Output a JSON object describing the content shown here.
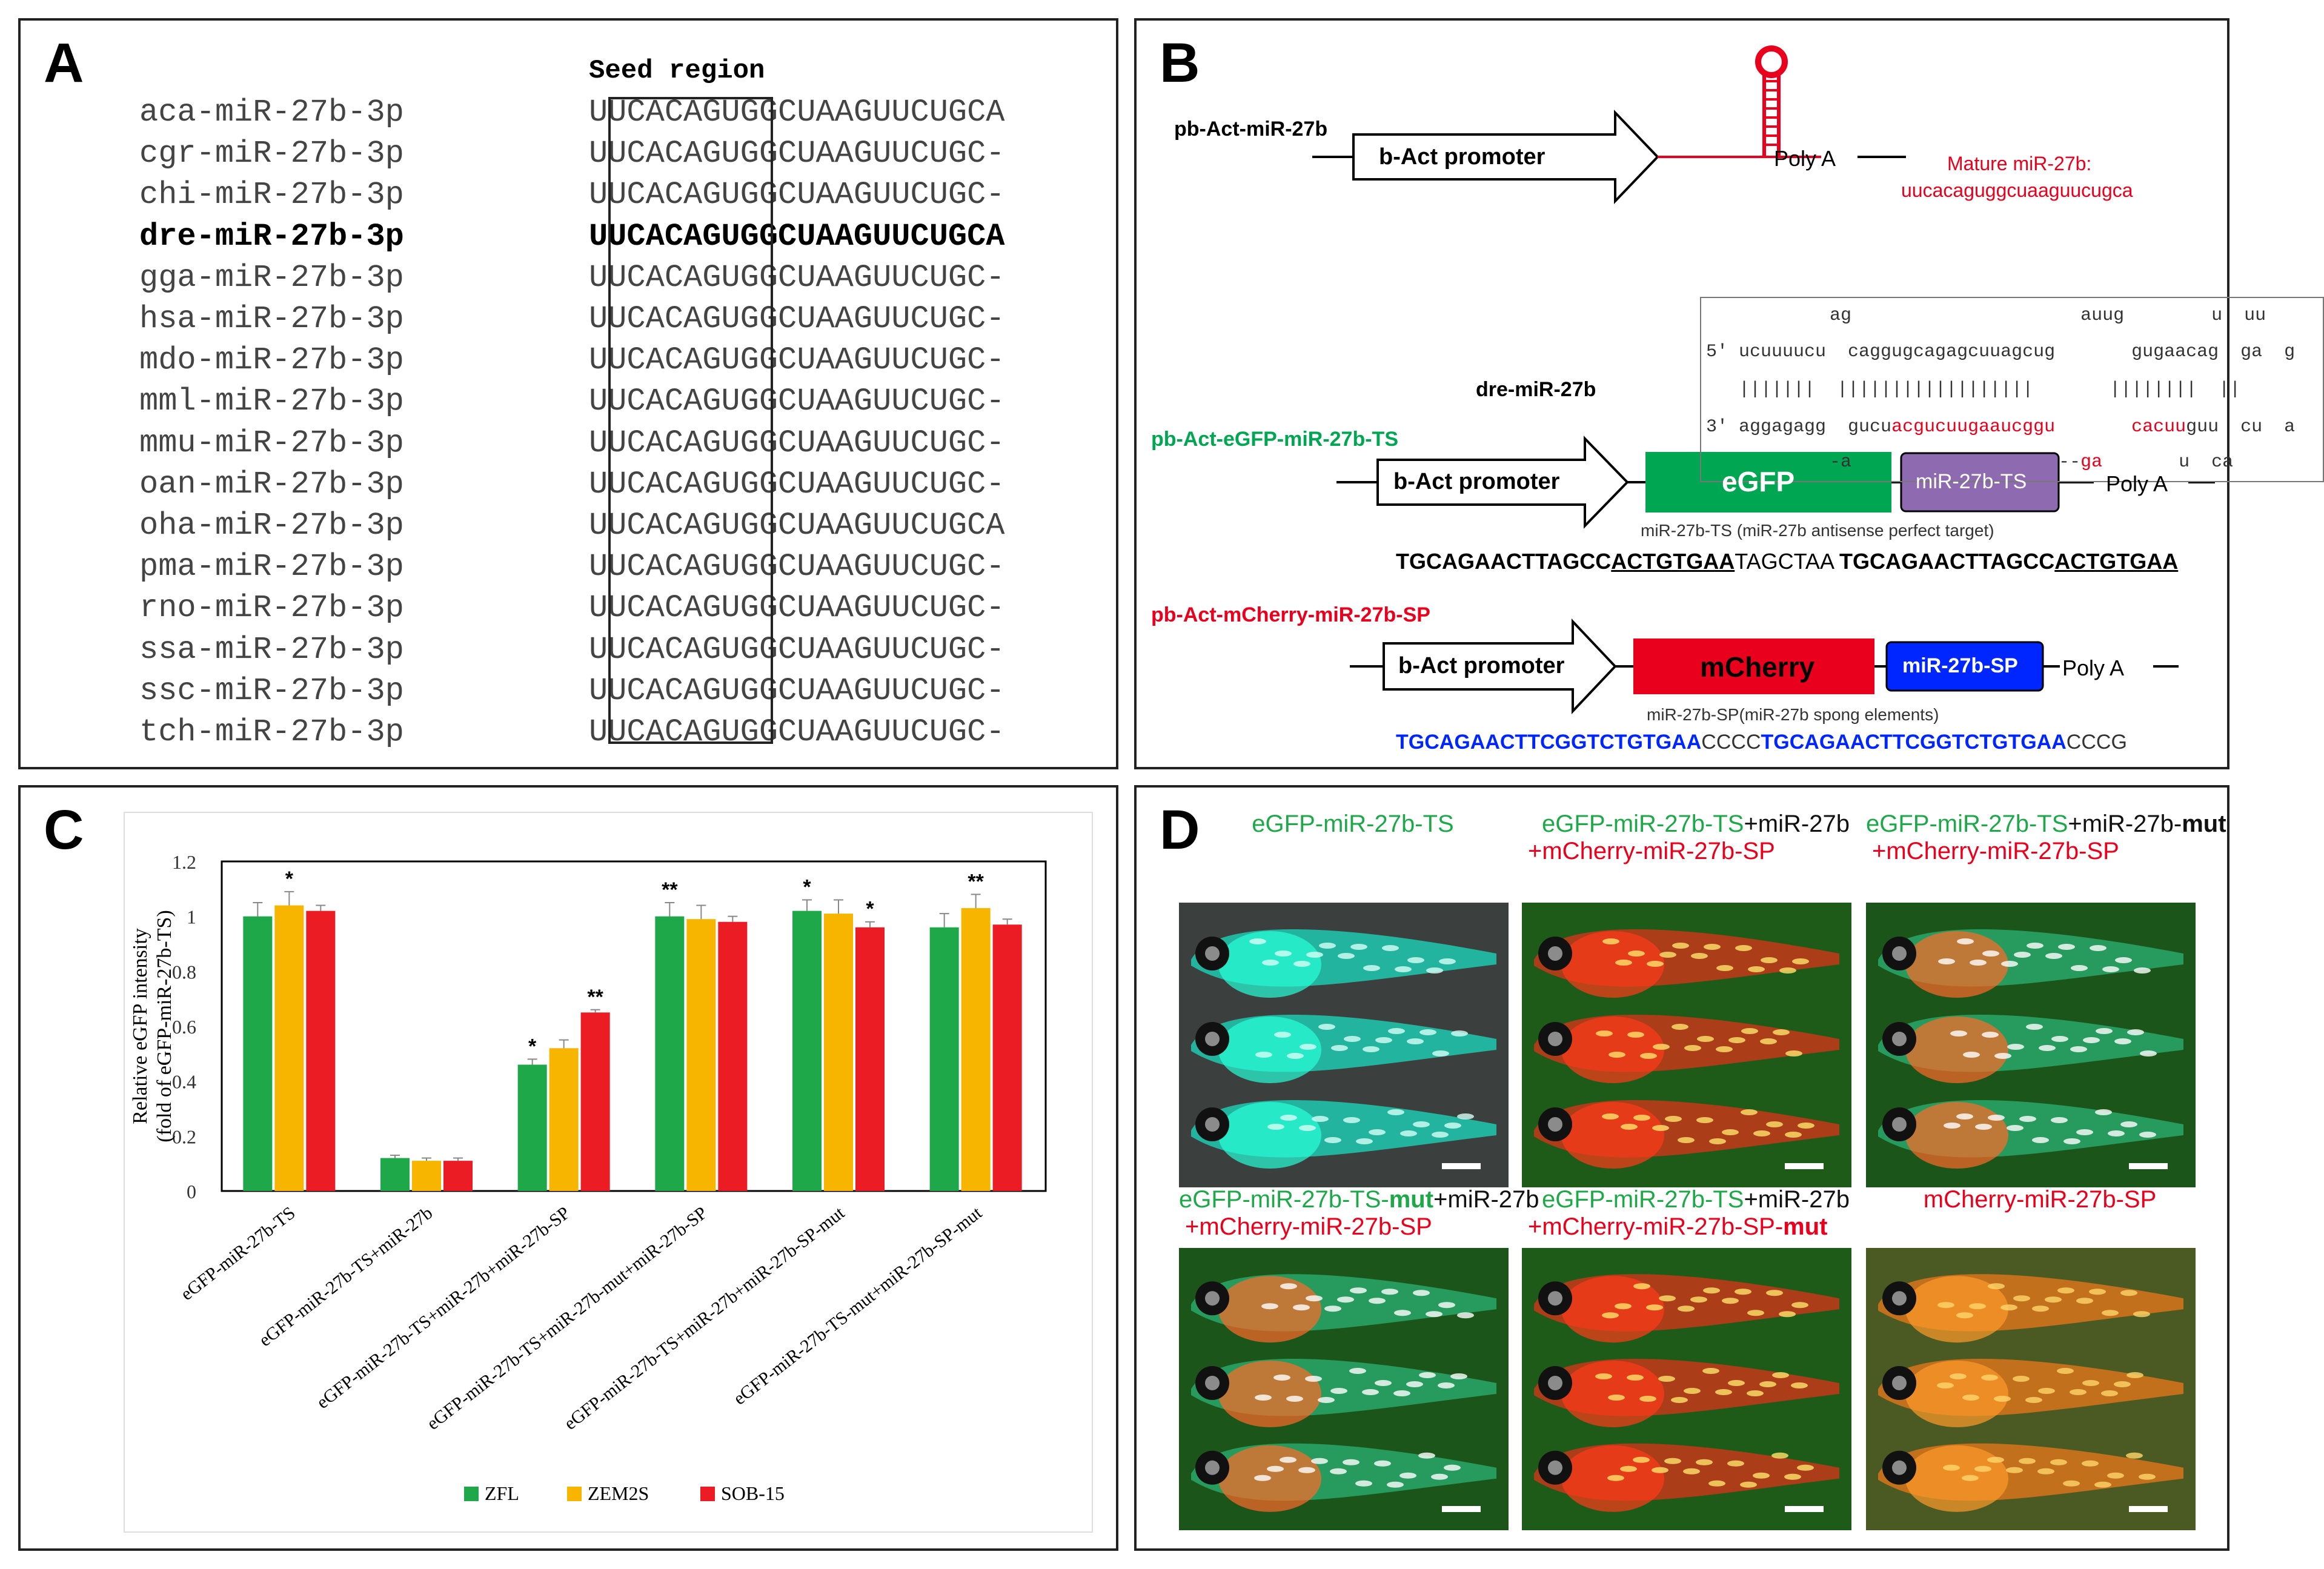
{
  "panelA": {
    "label": "A",
    "seed_title": "Seed region",
    "rows": [
      {
        "name": "aca-miR-27b-3p",
        "seq": "UUCACAGUGGCUAAGUUCUGCA",
        "bold": false
      },
      {
        "name": "cgr-miR-27b-3p",
        "seq": "UUCACAGUGGCUAAGUUCUGC-",
        "bold": false
      },
      {
        "name": "chi-miR-27b-3p",
        "seq": "UUCACAGUGGCUAAGUUCUGC-",
        "bold": false
      },
      {
        "name": "dre-miR-27b-3p",
        "seq": "UUCACAGUGGCUAAGUUCUGCA",
        "bold": true
      },
      {
        "name": "gga-miR-27b-3p",
        "seq": "UUCACAGUGGCUAAGUUCUGC-",
        "bold": false
      },
      {
        "name": "hsa-miR-27b-3p",
        "seq": "UUCACAGUGGCUAAGUUCUGC-",
        "bold": false
      },
      {
        "name": "mdo-miR-27b-3p",
        "seq": "UUCACAGUGGCUAAGUUCUGC-",
        "bold": false
      },
      {
        "name": "mml-miR-27b-3p",
        "seq": "UUCACAGUGGCUAAGUUCUGC-",
        "bold": false
      },
      {
        "name": "mmu-miR-27b-3p",
        "seq": "UUCACAGUGGCUAAGUUCUGC-",
        "bold": false
      },
      {
        "name": "oan-miR-27b-3p",
        "seq": "UUCACAGUGGCUAAGUUCUGC-",
        "bold": false
      },
      {
        "name": "oha-miR-27b-3p",
        "seq": "UUCACAGUGGCUAAGUUCUGCA",
        "bold": false
      },
      {
        "name": "pma-miR-27b-3p",
        "seq": "UUCACAGUGGCUAAGUUCUGC-",
        "bold": false
      },
      {
        "name": "rno-miR-27b-3p",
        "seq": "UUCACAGUGGCUAAGUUCUGC-",
        "bold": false
      },
      {
        "name": "ssa-miR-27b-3p",
        "seq": "UUCACAGUGGCUAAGUUCUGC-",
        "bold": false
      },
      {
        "name": "ssc-miR-27b-3p",
        "seq": "UUCACAGUGGCUAAGUUCUGC-",
        "bold": false
      },
      {
        "name": "tch-miR-27b-3p",
        "seq": "UUCACAGUGGCUAAGUUCUGC-",
        "bold": false
      }
    ]
  },
  "panelB": {
    "label": "B",
    "construct1": {
      "name": "pb-Act-miR-27b",
      "promoter": "b-Act promoter",
      "polyA": "Poly A",
      "mature_label": "Mature miR-27b:",
      "mature_seq": "uucacaguggcuaaguucugca"
    },
    "hairpin": {
      "name": "dre-miR-27b",
      "line1": "ag                     auug        u  uu",
      "line2": "5' ucuuuucu  caggugcagagcuuagcug       gugaacag  ga  g",
      "line3": "|||||||  ||||||||||||||||||       ||||||||  ||",
      "line4_a": "3' aggagagg  gucu",
      "line4_red1": "acgucuugaaucggu",
      "line4_b": "       ",
      "line4_red2": "cacuu",
      "line4_c": "guu  cu  a",
      "line5_a": "-a                   --",
      "line5_red": "ga",
      "line5_b": "       u  ca"
    },
    "construct2": {
      "name": "pb-Act-eGFP-miR-27b-TS",
      "promoter": "b-Act promoter",
      "gene": "eGFP",
      "element": "miR-27b-TS",
      "polyA": "Poly A",
      "caption": "miR-27b-TS (miR-27b antisense perfect target)",
      "seq_bold1": "TGCAGAACTTAGCC",
      "seq_under1": "ACTGTGAA",
      "seq_plain": "TAGCTAA ",
      "seq_bold2": "TGCAGAACTTAGCC",
      "seq_under2": "ACTGTGAA"
    },
    "construct3": {
      "name": "pb-Act-mCherry-miR-27b-SP",
      "promoter": "b-Act promoter",
      "gene": "mCherry",
      "element": "miR-27b-SP",
      "polyA": "Poly A",
      "caption": "miR-27b-SP(miR-27b spong elements)",
      "seq_blue1": "TGCAGAACTTCGGTCTGTGAA",
      "seq_gray1": "CCCC",
      "seq_blue2": "TGCAGAACTTCGGTCTGTGAA",
      "seq_gray2": "CCCG"
    },
    "colors": {
      "green": "#00a651",
      "red": "#e8001c",
      "purple": "#8e6bb0",
      "blue": "#0026ff",
      "hair_red": "#e8001c"
    }
  },
  "panelC": {
    "label": "C",
    "chart_data": {
      "type": "bar",
      "ylabel": "Relative eGFP intensity",
      "ylabel2": "(fold of eGFP-miR-27b-TS)",
      "ylim": [
        0,
        1.2
      ],
      "yticks": [
        "0",
        "0.2",
        "0.4",
        "0.6",
        "0.8",
        "1",
        "1.2"
      ],
      "categories": [
        "eGFP-miR-27b-TS",
        "eGFP-miR-27b-TS+miR-27b",
        "eGFP-miR-27b-TS+miR-27b+miR-27b-SP",
        "eGFP-miR-27b-TS+miR-27b-mut+miR-27b-SP",
        "eGFP-miR-27b-TS+miR-27b+miR-27b-SP-mut",
        "eGFP-miR-27b-TS-mut+miR-27b-SP-mut"
      ],
      "series": [
        {
          "name": "ZFL",
          "color": "#1fa84a",
          "values": [
            1.0,
            0.12,
            0.46,
            1.0,
            1.02,
            0.96
          ],
          "errors": [
            0.05,
            0.01,
            0.02,
            0.05,
            0.04,
            0.05
          ],
          "sig": [
            "",
            "",
            "*",
            "**",
            "*",
            ""
          ]
        },
        {
          "name": "ZEM2S",
          "color": "#f7b500",
          "values": [
            1.04,
            0.11,
            0.52,
            0.99,
            1.01,
            1.03
          ],
          "errors": [
            0.05,
            0.01,
            0.03,
            0.05,
            0.05,
            0.05
          ],
          "sig": [
            "*",
            "",
            "",
            "",
            "",
            "**"
          ]
        },
        {
          "name": "SOB-15",
          "color": "#ec1c24",
          "values": [
            1.02,
            0.11,
            0.65,
            0.98,
            0.96,
            0.97
          ],
          "errors": [
            0.02,
            0.01,
            0.01,
            0.02,
            0.02,
            0.02
          ],
          "sig": [
            "",
            "",
            "**",
            "",
            "*",
            ""
          ]
        }
      ],
      "legend": "bottom"
    }
  },
  "panelD": {
    "label": "D",
    "images": [
      {
        "label_parts": [
          {
            "t": "eGFP-miR-27b-TS",
            "c": "#1fa84a",
            "b": false
          }
        ],
        "label_parts2": [],
        "theme": "cyan"
      },
      {
        "label_parts": [
          {
            "t": "eGFP-miR-27b-TS",
            "c": "#1fa84a",
            "b": false
          },
          {
            "t": "+miR-27b",
            "c": "#111",
            "b": false
          }
        ],
        "label_parts2": [
          {
            "t": "+mCherry-miR-27b-SP",
            "c": "#e8001c",
            "b": false
          }
        ],
        "theme": "greenred"
      },
      {
        "label_parts": [
          {
            "t": "eGFP-miR-27b-TS",
            "c": "#1fa84a",
            "b": false
          },
          {
            "t": "+miR-27b-",
            "c": "#111",
            "b": false
          },
          {
            "t": "mut",
            "c": "#111",
            "b": true
          }
        ],
        "label_parts2": [
          {
            "t": "+mCherry-miR-27b-SP",
            "c": "#e8001c",
            "b": false
          }
        ],
        "theme": "greensparkle"
      },
      {
        "label_parts": [
          {
            "t": "eGFP-miR-27b-TS-",
            "c": "#1fa84a",
            "b": false
          },
          {
            "t": "mut",
            "c": "#1fa84a",
            "b": true
          },
          {
            "t": "+miR-27b",
            "c": "#111",
            "b": false
          }
        ],
        "label_parts2": [
          {
            "t": "+mCherry-miR-27b-SP",
            "c": "#e8001c",
            "b": false
          }
        ],
        "theme": "greensparkle"
      },
      {
        "label_parts": [
          {
            "t": "eGFP-miR-27b-TS",
            "c": "#1fa84a",
            "b": false
          },
          {
            "t": "+miR-27b",
            "c": "#111",
            "b": false
          }
        ],
        "label_parts2": [
          {
            "t": "+mCherry-miR-27b-SP-",
            "c": "#e8001c",
            "b": false
          },
          {
            "t": "mut",
            "c": "#e8001c",
            "b": true
          }
        ],
        "theme": "greenred"
      },
      {
        "label_parts": [
          {
            "t": "mCherry-miR-27b-SP",
            "c": "#e8001c",
            "b": false
          }
        ],
        "label_parts2": [],
        "theme": "orange"
      }
    ]
  }
}
